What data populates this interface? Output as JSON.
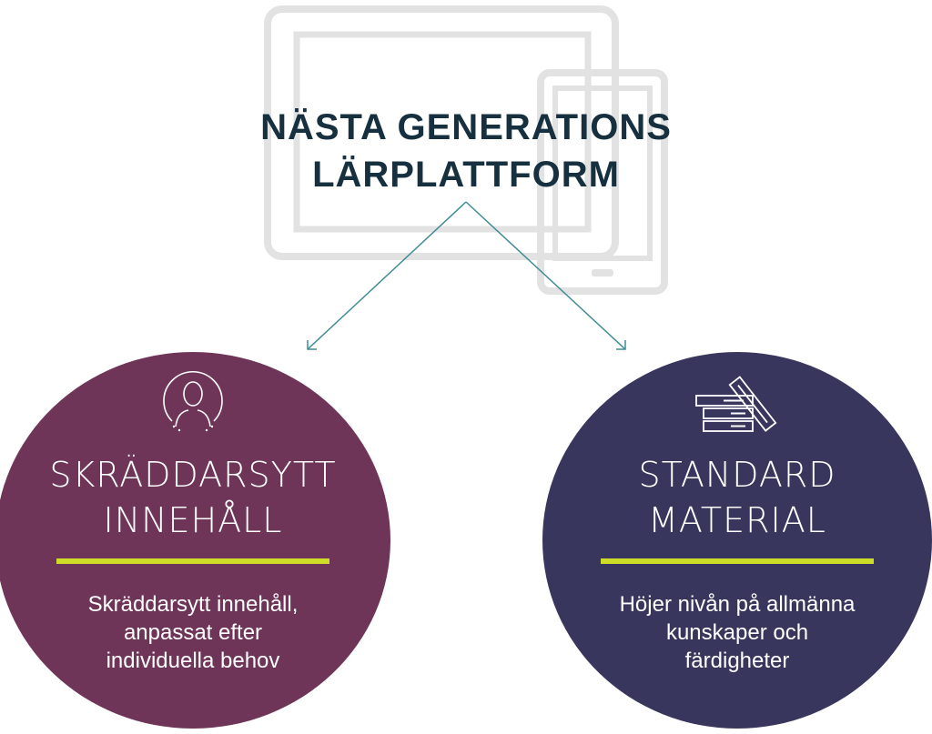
{
  "title": {
    "line1": "NÄSTA GENERATIONS",
    "line2": "LÄRPLATTFORM"
  },
  "colors": {
    "title": "#16303f",
    "device_outline": "#e2e2e2",
    "arrow": "#3f8c96",
    "left_circle": "#6e3558",
    "right_circle": "#38365c",
    "accent_rule": "#cddc26"
  },
  "left": {
    "icon": "person-icon",
    "heading_line1": "SKRÄDDARSYTT",
    "heading_line2": "INNEHÅLL",
    "desc_line1": "Skräddarsytt innehåll,",
    "desc_line2": "anpassat efter",
    "desc_line3": "individuella behov"
  },
  "right": {
    "icon": "books-icon",
    "heading_line1": "STANDARD",
    "heading_line2": "MATERIAL",
    "desc_line1": "Höjer nivån på allmänna",
    "desc_line2": "kunskaper och",
    "desc_line3": "färdigheter"
  }
}
